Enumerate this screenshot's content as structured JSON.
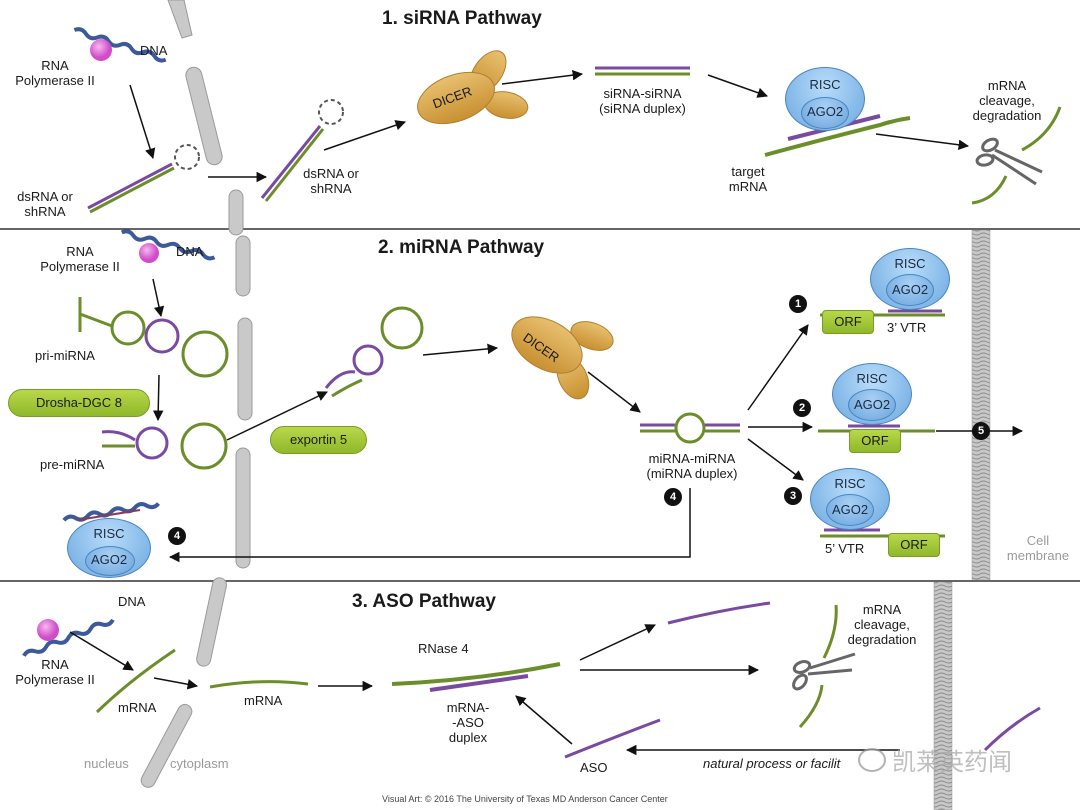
{
  "sections": {
    "sirna": {
      "title": "1. siRNA Pathway",
      "rna_pol": "RNA\nPolymerase II",
      "dna": "DNA",
      "dsrna_1": "dsRNA or\nshRNA",
      "dsrna_2": "dsRNA or\nshRNA",
      "dicer": "DICER",
      "duplex": "siRNA-siRNA\n(siRNA duplex)",
      "risc": "RISC",
      "ago2": "AGO2",
      "target": "target\nmRNA",
      "cleavage": "mRNA\ncleavage,\ndegradation"
    },
    "mirna": {
      "title": "2. miRNA Pathway",
      "rna_pol": "RNA\nPolymerase II",
      "dna": "DNA",
      "pri": "pri-miRNA",
      "drosha": "Drosha-DGC 8",
      "pre": "pre-miRNA",
      "exportin": "exportin 5",
      "dicer": "DICER",
      "duplex": "miRNA-miRNA\n(miRNA duplex)",
      "risc": "RISC",
      "ago2": "AGO2",
      "orf": "ORF",
      "utr3": "3’ VTR",
      "utr5": "5’ VTR",
      "cell_membrane": "Cell\nmembrane",
      "steps": [
        "1",
        "2",
        "3",
        "4",
        "5"
      ]
    },
    "aso": {
      "title": "3. ASO Pathway",
      "dna": "DNA",
      "rna_pol": "RNA\nPolymerase II",
      "mrna_1": "mRNA",
      "mrna_2": "mRNA",
      "rnase": "RNase 4",
      "duplex": "mRNA-\n-ASO\nduplex",
      "cleavage": "mRNA\ncleavage,\ndegradation",
      "aso": "ASO",
      "natural": "natural process or facilit",
      "nucleus": "nucleus",
      "cytoplasm": "cytoplasm"
    }
  },
  "watermark": "凯莱英药闻",
  "credit": "Visual Art: © 2016 The University of Texas MD Anderson Cancer Center",
  "colors": {
    "dicer": "#d9a84a",
    "risc": "#7fb6ea",
    "green_pill": "#a6c93a",
    "rna_green": "#6b8e2a",
    "rna_purple": "#7a4aa0",
    "dna_blue": "#3c5a9a",
    "polymerase": "#e07ad8"
  }
}
